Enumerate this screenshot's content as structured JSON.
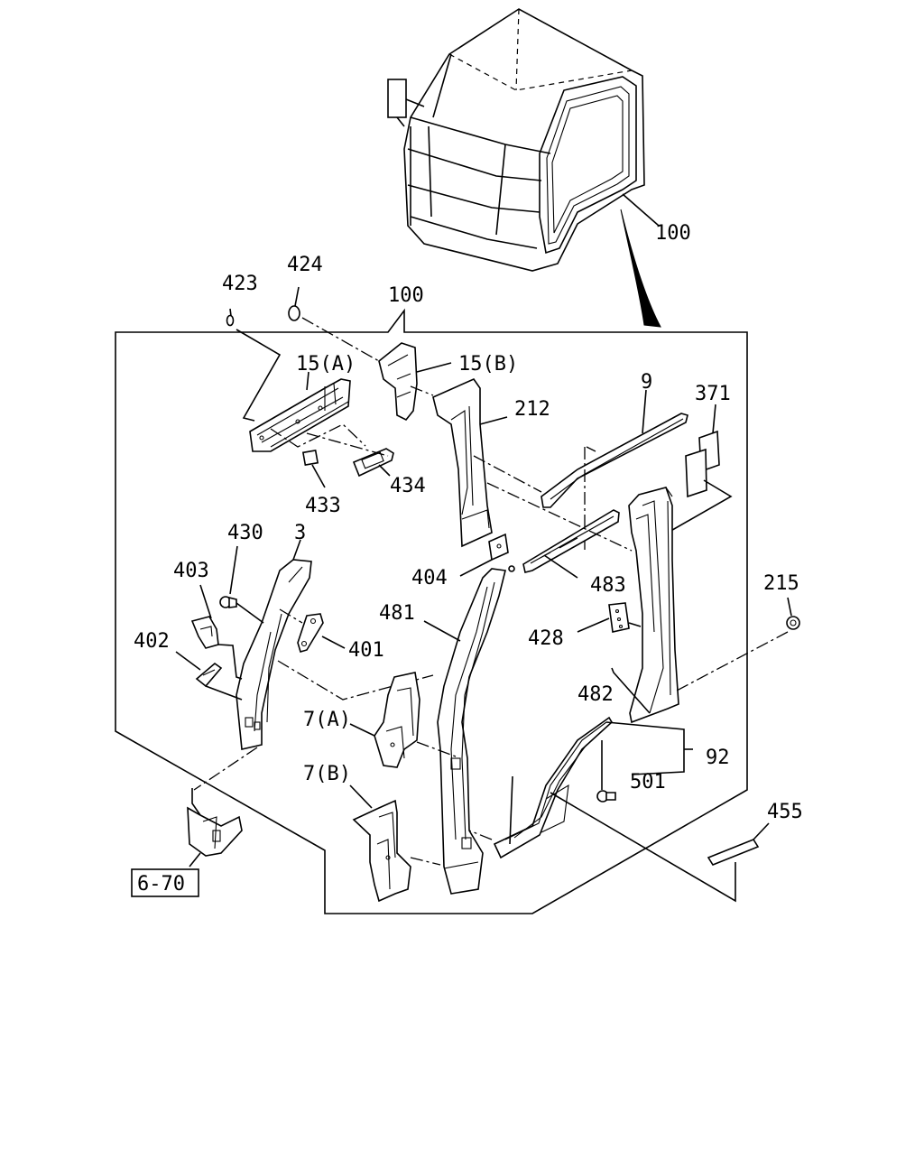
{
  "diagram": {
    "labels": {
      "cab_100": "100",
      "frame_100": "100",
      "p423": "423",
      "p424": "424",
      "p15a": "15(A)",
      "p15b": "15(B)",
      "p212": "212",
      "p9": "9",
      "p371": "371",
      "p433": "433",
      "p434": "434",
      "p430": "430",
      "p3": "3",
      "p403": "403",
      "p404": "404",
      "p483": "483",
      "p215": "215",
      "p481": "481",
      "p428": "428",
      "p402": "402",
      "p401": "401",
      "p482": "482",
      "p7a": "7(A)",
      "p92": "92",
      "p7b": "7(B)",
      "p501": "501",
      "p455": "455",
      "ref_670": "6-70"
    }
  }
}
